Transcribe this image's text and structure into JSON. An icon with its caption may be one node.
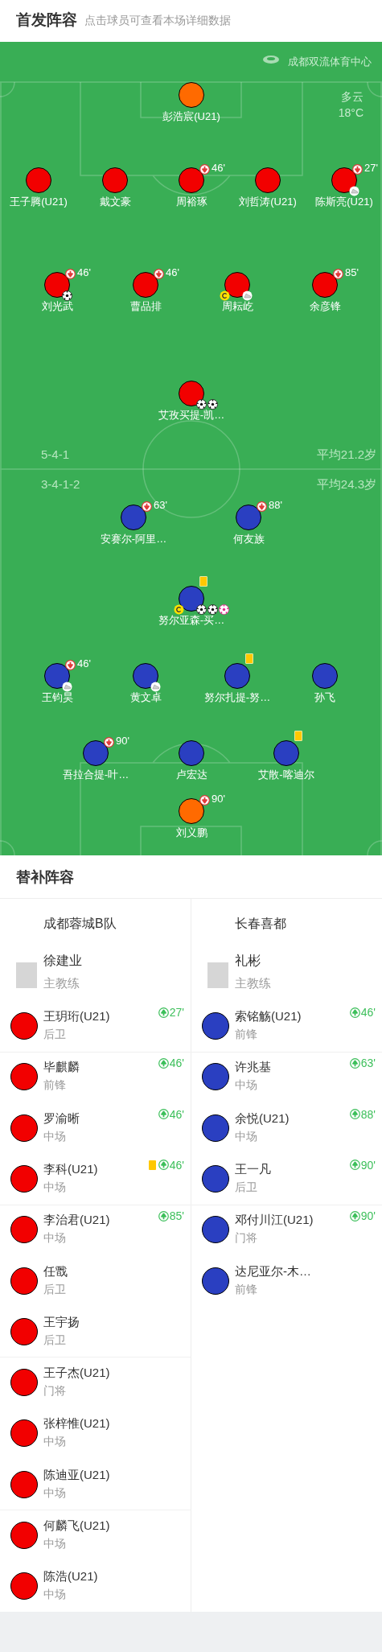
{
  "diagram": {
    "title": "首发阵容",
    "nodes": [
      {
        "text": [
          "彭浩宸(U21)"
        ]
      },
      {
        "text": [
          "王子腾(U21)"
        ]
      },
      {
        "text": [
          "戴文豪"
        ]
      },
      {
        "text": [
          "周裕琢"
        ],
        "beside": [
          "46'"
        ]
      },
      {
        "text": [
          "刘哲涛(U21)"
        ]
      },
      {
        "text": [
          "陈斯亮(U21)"
        ],
        "beside": [
          "27'"
        ]
      },
      {
        "text": [
          "刘光武"
        ],
        "beside": [
          "46'"
        ]
      },
      {
        "text": [
          "曹品排"
        ],
        "beside": [
          "46'"
        ]
      },
      {
        "text": [
          "周耘屹"
        ]
      },
      {
        "text": [
          "余彦锋"
        ],
        "beside": [
          "85'"
        ]
      },
      {
        "text": [
          "艾孜买提-凯…"
        ]
      },
      {
        "text": [
          "安赛尔-阿里…"
        ],
        "beside": [
          "63'"
        ]
      },
      {
        "text": [
          "何友族"
        ],
        "beside": [
          "88'"
        ]
      },
      {
        "text": [
          "努尔亚森-买…"
        ]
      },
      {
        "text": [
          "王钧昊"
        ],
        "beside": [
          "46'"
        ]
      },
      {
        "text": [
          "黄文卓"
        ]
      },
      {
        "text": [
          "努尔扎提-努…"
        ]
      },
      {
        "text": [
          "孙飞"
        ]
      },
      {
        "text": [
          "吾拉合提-叶…"
        ],
        "beside": [
          "90'"
        ]
      },
      {
        "text": [
          "卢宏达"
        ]
      },
      {
        "text": [
          "艾散-喀迪尔"
        ]
      },
      {
        "text": [
          "刘义鹏"
        ],
        "beside": [
          "90'"
        ]
      },
      {
        "text": [
          "王玥珩(U21)",
          "后卫"
        ],
        "beside": [
          "27'"
        ]
      },
      {
        "text": [
          "毕麒麟",
          "前锋"
        ],
        "beside": [
          "46'"
        ]
      },
      {
        "text": [
          "罗渝晰",
          "中场"
        ],
        "beside": [
          "46'"
        ]
      },
      {
        "text": [
          "李科(U21)",
          "中场"
        ],
        "beside": [
          "46'"
        ]
      },
      {
        "text": [
          "李治君(U21)",
          "中场"
        ],
        "beside": [
          "85'"
        ]
      },
      {
        "text": [
          "任戬",
          "后卫"
        ]
      },
      {
        "text": [
          "王宇扬",
          "后卫"
        ]
      },
      {
        "text": [
          "王子杰(U21)",
          "门将"
        ]
      },
      {
        "text": [
          "张梓惟(U21)",
          "中场"
        ]
      },
      {
        "text": [
          "陈迪亚(U21)",
          "中场"
        ]
      },
      {
        "text": [
          "何麟飞(U21)",
          "中场"
        ]
      },
      {
        "text": [
          "陈浩(U21)",
          "中场"
        ]
      },
      {
        "text": [
          "索铭觞(U21)",
          "前锋"
        ],
        "beside": [
          "46'"
        ]
      },
      {
        "text": [
          "许兆基",
          "中场"
        ],
        "beside": [
          "63'"
        ]
      },
      {
        "text": [
          "余悦(U21)",
          "中场"
        ],
        "beside": [
          "88'"
        ]
      },
      {
        "text": [
          "王一凡",
          "后卫"
        ],
        "beside": [
          "90'"
        ]
      },
      {
        "text": [
          "邓付川江(U21)",
          "门将"
        ],
        "beside": [
          "90'"
        ]
      },
      {
        "text": [
          "达尼亚尔-木…",
          "前锋"
        ]
      }
    ],
    "labels": [
      "点击球员可查看本场详细数据",
      "成都双流体育中心",
      "多云",
      "18°C",
      "5-4-1",
      "平均21.2岁",
      "3-4-1-2",
      "平均24.3岁",
      "替补阵容",
      "成都蓉城B队",
      "长春喜都",
      "徐建业",
      "主教练",
      "礼彬",
      "主教练"
    ]
  }
}
